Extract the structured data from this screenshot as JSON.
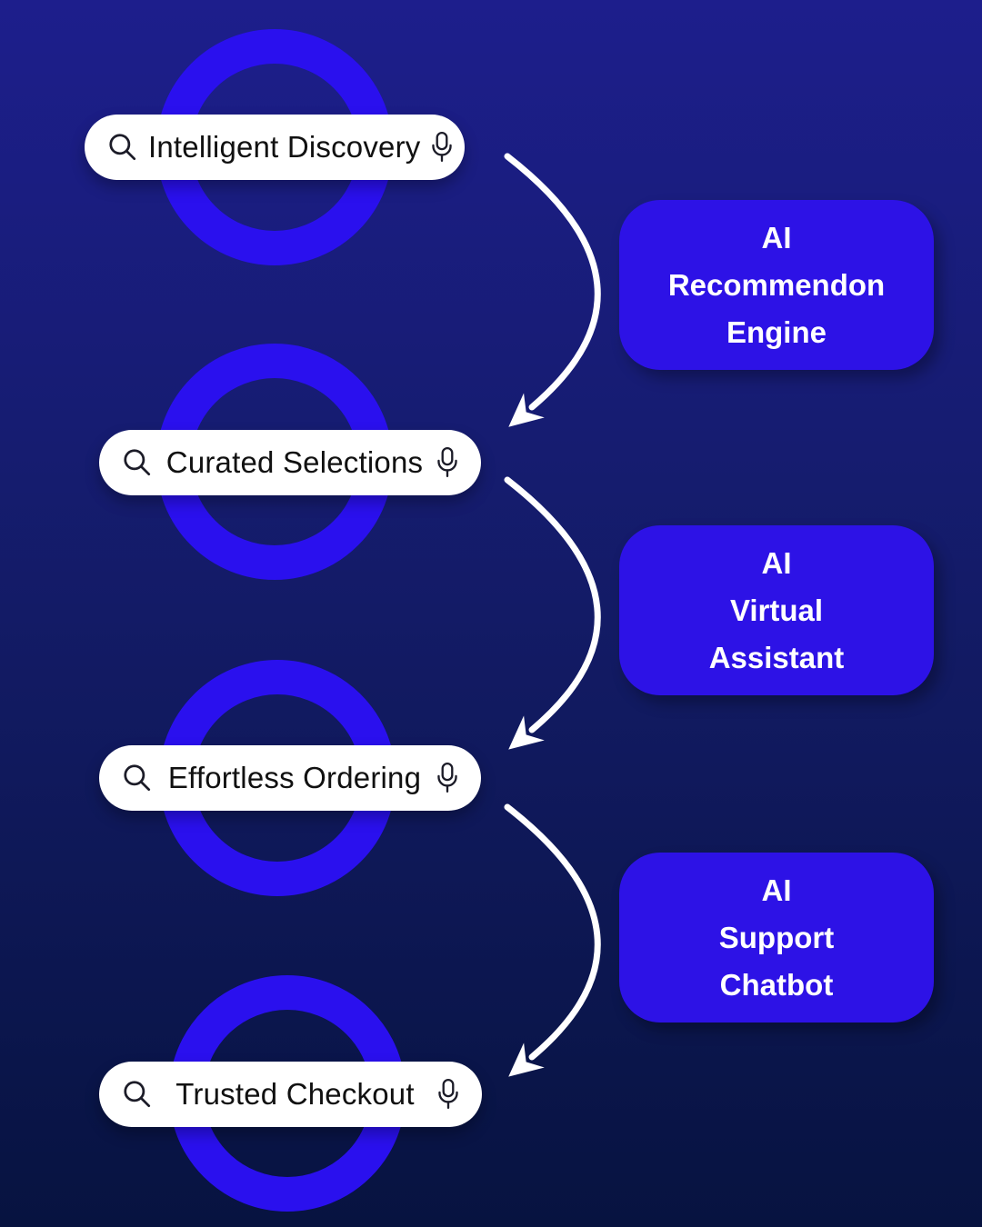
{
  "colors": {
    "background_top": "#1d1e8c",
    "background_mid": "#131b66",
    "background_bottom": "#071340",
    "ring": "#2a10ee",
    "box": "#2d12e6",
    "pill_bg": "#ffffff",
    "pill_text": "#111111",
    "box_text": "#ffffff",
    "arrow": "#ffffff",
    "icon_stroke": "#1c1c28"
  },
  "flow": {
    "steps": [
      {
        "label": "Intelligent Discovery",
        "left_icon": "search-icon",
        "right_icon": "microphone-icon"
      },
      {
        "label": "Curated Selections",
        "left_icon": "search-icon",
        "right_icon": "microphone-icon"
      },
      {
        "label": "Effortless Ordering",
        "left_icon": "search-icon",
        "right_icon": "microphone-icon"
      },
      {
        "label": "Trusted Checkout",
        "left_icon": "search-icon",
        "right_icon": "microphone-icon"
      }
    ],
    "boxes": [
      {
        "lines": [
          "AI",
          "Recommendon",
          "Engine"
        ]
      },
      {
        "lines": [
          "AI",
          "Virtual",
          "Assistant"
        ]
      },
      {
        "lines": [
          "AI",
          "Support",
          "Chatbot"
        ]
      }
    ]
  }
}
